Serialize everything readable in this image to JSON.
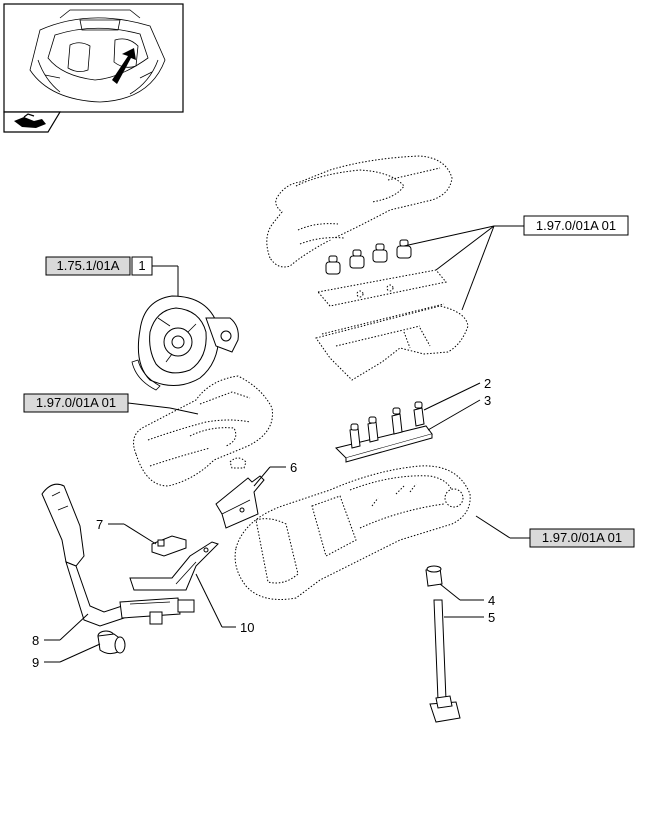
{
  "thumbnail": {
    "icon": "tractor-cab-thumbnail-icon",
    "nav_icon": "navigation-arrow-icon"
  },
  "references": {
    "ref_1751": "1.75.1/01A",
    "ref_1751_qty": "1",
    "ref_197_top": "1.97.0/01A 01",
    "ref_197_left": "1.97.0/01A 01",
    "ref_197_right": "1.97.0/01A 01"
  },
  "callouts": {
    "c2": "2",
    "c3": "3",
    "c4": "4",
    "c5": "5",
    "c6": "6",
    "c7": "7",
    "c8": "8",
    "c9": "9",
    "c10": "10"
  },
  "colors": {
    "ref_box_fill": "#d9d9d9",
    "line": "#000000"
  }
}
